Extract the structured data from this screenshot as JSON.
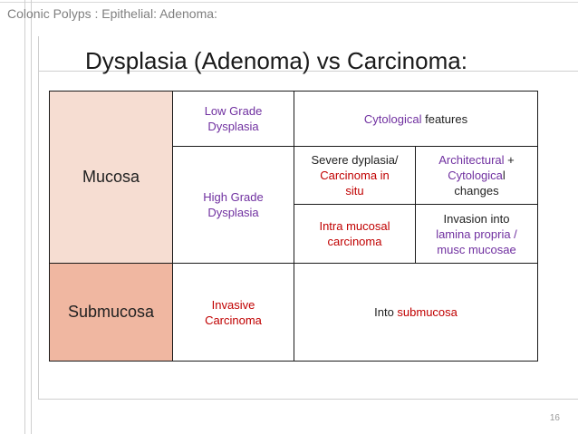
{
  "slide": {
    "subtitle": "Colonic Polyps : Epithelial: Adenoma:",
    "title": "Dysplasia (Adenoma) vs Carcinoma:",
    "page_number": "16"
  },
  "table": {
    "mucosa_label": "Mucosa",
    "submucosa_label": "Submucosa",
    "low_grade": [
      "Low Grade",
      "Dysplasia"
    ],
    "high_grade": [
      "High Grade",
      "Dysplasia"
    ],
    "cytological_features": {
      "colored": "Cytological",
      "plain": " features"
    },
    "severe": {
      "line1": "Severe dyplasia/",
      "line2": "Carcinoma in",
      "line3": "situ"
    },
    "architectural": {
      "arch": "Architectural",
      "plus": " +",
      "cyto": "Cytologica",
      "l": "l",
      "changes": "changes"
    },
    "intra_mucosal": [
      "Intra mucosal",
      "carcinoma"
    ],
    "invasion": {
      "line1": "Invasion into",
      "line2": "lamina propria /",
      "line3": "musc mucosae"
    },
    "invasive_carcinoma": [
      "Invasive",
      "Carcinoma"
    ],
    "into_submucosa": {
      "plain": "Into ",
      "colored": "submucosa"
    }
  },
  "colors": {
    "mucosa_fill": "#f6ddd2",
    "submucosa_fill": "#f0b7a1",
    "purple_text": "#7030a0",
    "red_text": "#c00000"
  }
}
